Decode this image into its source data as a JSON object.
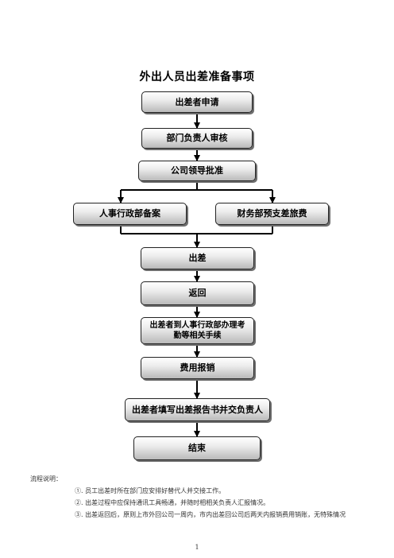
{
  "title": "外出人员出差准备事项",
  "steps": {
    "apply": "出差者申请",
    "dept_review": "部门负责人审核",
    "company_approve": "公司领导批准",
    "hr_record": "人事行政部备案",
    "finance_advance": "财务部预支差旅费",
    "trip": "出差",
    "return": "返回",
    "hr_procedures": "出差者到人事行政部办理考勤等相关手续",
    "reimburse": "费用报销",
    "report": "出差者填写出差报告书并交负责人",
    "end": "结束"
  },
  "notes": {
    "heading": "流程说明：",
    "items": [
      "①. 员工出差时所在部门应安排好替代人并交接工作。",
      "②. 出差过程中应保持通讯工具畅通，并随时相相关负责人汇报情况。",
      "③. 出差返回后，原则上市外回公司一周内，市内出差回公司后两天内报销费用销账，无特殊情况"
    ]
  },
  "page_number": "1"
}
